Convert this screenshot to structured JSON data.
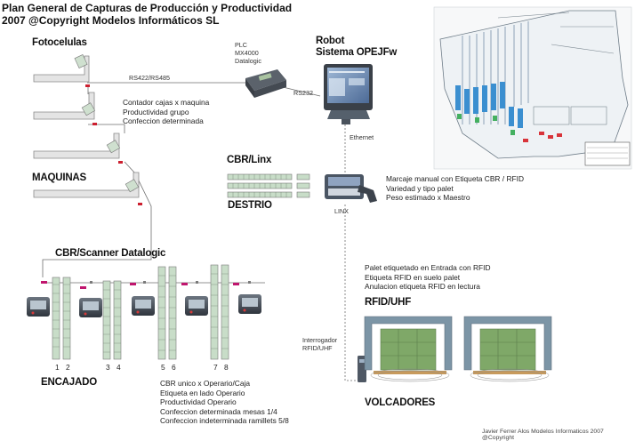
{
  "header": {
    "title_line1": "Plan General de Capturas de Producción y Productividad",
    "title_line2": "2007 @Copyright Modelos Informáticos SL"
  },
  "sections": {
    "fotocelulas": "Fotocelulas",
    "maquinas": "MAQUINAS",
    "cbr_scanner": "CBR/Scanner Datalogic",
    "encajado": "ENCAJADO",
    "cbr_linx": "CBR/Linx",
    "destrio": "DESTRIO",
    "robot_line1": "Robot",
    "robot_line2": "Sistema OPEJFw",
    "rfid_uhf": "RFID/UHF",
    "volcadores": "VOLCADORES"
  },
  "plc": {
    "line1": "PLC",
    "line2": "MX4000",
    "line3": "Datalogic"
  },
  "connections": {
    "rs422": "RS422/RS485",
    "rs232": "RS232",
    "ethernet": "Ethernet",
    "linx": "LINX",
    "interrogador_line1": "Interrogador",
    "interrogador_line2": "RFID/UHF"
  },
  "notes": {
    "fotocelulas": [
      "Contador cajas x maquina",
      "Productividad grupo",
      "Confeccion determinada"
    ],
    "cbr_linx": [
      "Marcaje manual con Etiqueta CBR / RFID",
      "Variedad y tipo palet",
      "Peso estimado x Maestro"
    ],
    "rfid": [
      "Palet etiquetado en Entrada con RFID",
      "Etiqueta RFID en suelo palet",
      "Anulacion etiqueta RFID en lectura"
    ],
    "encajado": [
      "CBR unico x Operario/Caja",
      "Etiqueta en lado Operario",
      "Productividad Operario",
      "Confeccion determinada mesas 1/4",
      "Confeccion indeterminada ramillets 5/8"
    ]
  },
  "lane_numbers": [
    "1",
    "2",
    "3",
    "4",
    "5",
    "6",
    "7",
    "8"
  ],
  "footer": "Javier Ferrer Alos Modelos Informaticos  2007 @Copyright",
  "colors": {
    "conveyor_fill": "#e4e4e4",
    "conveyor_stroke": "#8a8a8a",
    "lane_fill": "#c8ddc8",
    "sensor": "#cc1f2f",
    "tag": "#c0166e",
    "pallet": "#7fa868",
    "frame": "#7c95a6",
    "scanner_body": "#3f4650"
  }
}
